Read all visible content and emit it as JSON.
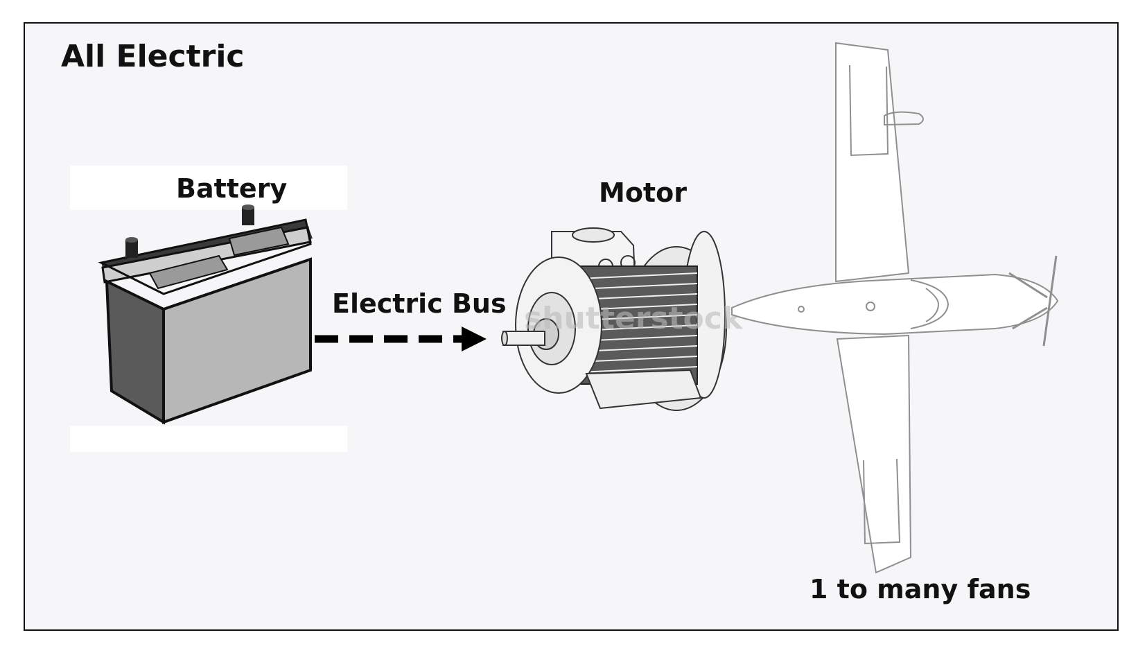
{
  "diagram": {
    "title": "All Electric",
    "battery_label": "Battery",
    "motor_label": "Motor",
    "bus_label": "Electric Bus",
    "fans_label": "1 to many fans",
    "watermark": "shutterstock"
  },
  "colors": {
    "frame_border": "#111111",
    "background": "#f6f6f8",
    "arrow": "#000000",
    "battery_body": "#8a8a8a",
    "aircraft_line": "#9a9a9a"
  },
  "icons": [
    "battery-icon",
    "arrow-icon",
    "motor-icon",
    "aircraft-icon"
  ]
}
